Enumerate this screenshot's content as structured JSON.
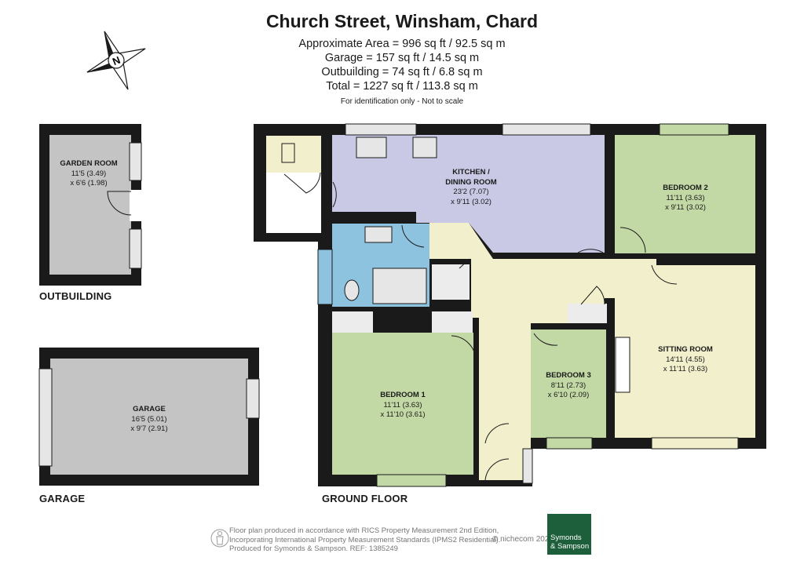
{
  "header": {
    "title": "Church Street, Winsham, Chard",
    "area_lines": [
      "Approximate Area = 996 sq ft / 92.5 sq m",
      "Garage = 157 sq ft / 14.5 sq m",
      "Outbuilding = 74 sq ft / 6.8 sq m",
      "Total = 1227 sq ft / 113.8 sq m"
    ],
    "disclaimer": "For identification only - Not to scale"
  },
  "compass": {
    "label": "N"
  },
  "sections": {
    "outbuilding": "OUTBUILDING",
    "garage": "GARAGE",
    "ground_floor": "GROUND FLOOR"
  },
  "rooms": [
    {
      "name": "GARDEN ROOM",
      "line1": "11'5 (3.49)",
      "line2": "x 6'6 (1.98)"
    },
    {
      "name": "GARAGE",
      "line1": "16'5 (5.01)",
      "line2": "x 9'7 (2.91)"
    },
    {
      "name": "KITCHEN /",
      "name2": "DINING ROOM",
      "line1": "23'2 (7.07)",
      "line2": "x 9'11 (3.02)"
    },
    {
      "name": "BEDROOM 2",
      "line1": "11'11 (3.63)",
      "line2": "x 9'11 (3.02)"
    },
    {
      "name": "SITTING ROOM",
      "line1": "14'11 (4.55)",
      "line2": "x 11'11 (3.63)"
    },
    {
      "name": "BEDROOM 3",
      "line1": "8'11 (2.73)",
      "line2": "x 6'10 (2.09)"
    },
    {
      "name": "BEDROOM 1",
      "line1": "11'11 (3.63)",
      "line2": "x 11'10 (3.61)"
    }
  ],
  "footer": {
    "lines": [
      "Floor plan produced in accordance with RICS Property Measurement 2nd Edition,",
      "Incorporating International Property Measurement Standards (IPMS2 Residential).",
      "Produced for Symonds & Sampson.    REF:  1385249"
    ],
    "copyright": "© nichecom 2025.",
    "logo_line1": "Symonds",
    "logo_line2": "& Sampson"
  },
  "colors": {
    "wall": "#1a1a1a",
    "kitchen": "#c9c9e6",
    "bedroom": "#c3d9a5",
    "bathroom": "#8dc3de",
    "hall": "#f2f0cc",
    "garage": "#c4c4c4",
    "storage": "#ececec",
    "window": "#e6e6e6",
    "logo": "#1e5f3b"
  }
}
